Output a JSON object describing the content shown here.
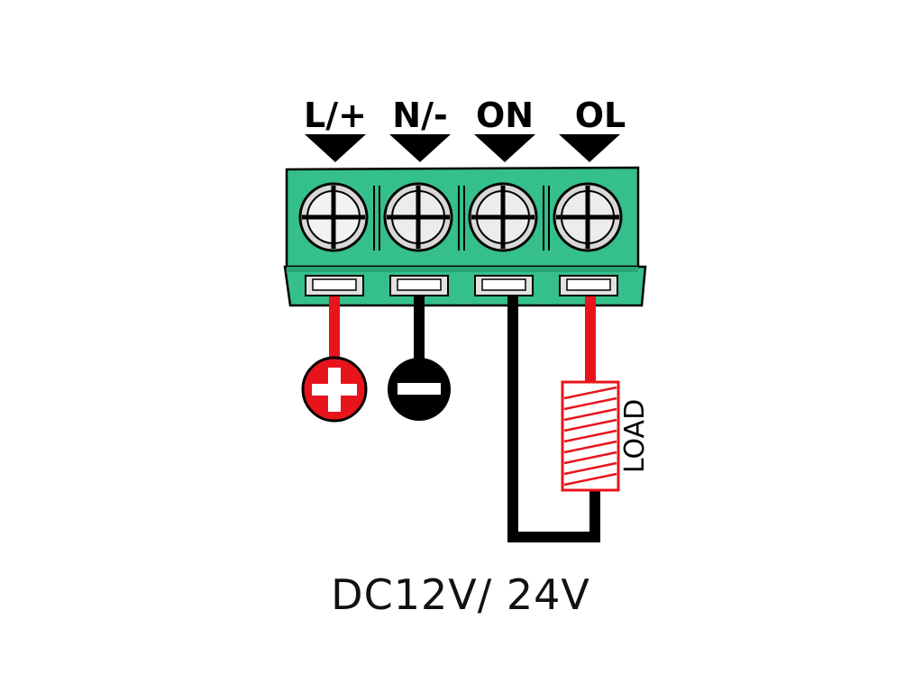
{
  "terminals": [
    {
      "label": "L/+",
      "wire_color": "#e8141c"
    },
    {
      "label": "N/-",
      "wire_color": "#000000"
    },
    {
      "label": "ON",
      "wire_color": "#000000"
    },
    {
      "label": "OL",
      "wire_color": "#e8141c"
    }
  ],
  "load_label": "LOAD",
  "supply_label": "DC12V/ 24V",
  "colors": {
    "block": "#35bf8b",
    "screw": "#d8d8d8",
    "positive": "#e8141c",
    "negative": "#000000",
    "load": "#e8141c"
  },
  "icons": {
    "positive": "plus-circle-icon",
    "negative": "minus-circle-icon",
    "screw": "phillips-screw-icon",
    "arrow": "down-triangle-icon"
  }
}
